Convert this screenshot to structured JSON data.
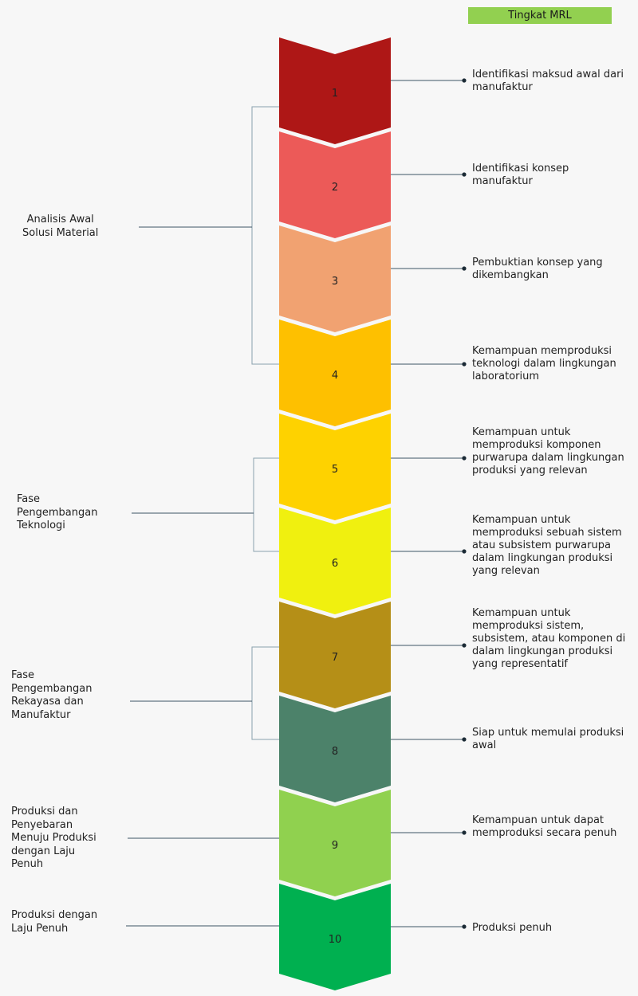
{
  "legend": {
    "label": "Tingkat MRL",
    "color": "#92d050"
  },
  "levels": [
    {
      "number": "1",
      "color": "#ae1716",
      "description": "Identifikasi maksud awal dari manufaktur"
    },
    {
      "number": "2",
      "color": "#ec5a58",
      "description": "Identifikasi konsep manufaktur"
    },
    {
      "number": "3",
      "color": "#f1a271",
      "description": "Pembuktian konsep yang dikembangkan"
    },
    {
      "number": "4",
      "color": "#fec000",
      "description": "Kemampuan memproduksi teknologi dalam lingkungan laboratorium"
    },
    {
      "number": "5",
      "color": "#fed200",
      "description": "Kemampuan untuk memproduksi komponen purwarupa dalam lingkungan produksi yang relevan"
    },
    {
      "number": "6",
      "color": "#f0f00f",
      "description": "Kemampuan untuk memproduksi sebuah sistem atau subsistem purwarupa dalam lingkungan produksi yang relevan"
    },
    {
      "number": "7",
      "color": "#b58f17",
      "description": "Kemampuan untuk memproduksi sistem, subsistem, atau komponen di dalam lingkungan produksi yang representatif"
    },
    {
      "number": "8",
      "color": "#4c826a",
      "description": "Siap untuk memulai produksi awal"
    },
    {
      "number": "9",
      "color": "#90d14f",
      "description": "Kemampuan untuk dapat memproduksi secara penuh"
    },
    {
      "number": "10",
      "color": "#00b050",
      "description": "Produksi penuh"
    }
  ],
  "phases": [
    {
      "label": "Analisis Awal\nSolusi Material",
      "levels": [
        "1",
        "4"
      ]
    },
    {
      "label": "Fase\nPengembangan\nTeknologi",
      "levels": [
        "5",
        "6"
      ]
    },
    {
      "label": "Fase\nPengembangan\nRekayasa dan\nManufaktur",
      "levels": [
        "7",
        "8"
      ]
    },
    {
      "label": "Produksi dan\nPenyebaran\nMenuju Produksi\ndengan Laju\nPenuh",
      "levels": [
        "9"
      ]
    },
    {
      "label": "Produksi dengan\nLaju Penuh",
      "levels": [
        "10"
      ]
    }
  ],
  "connector_color": "#3d5566"
}
